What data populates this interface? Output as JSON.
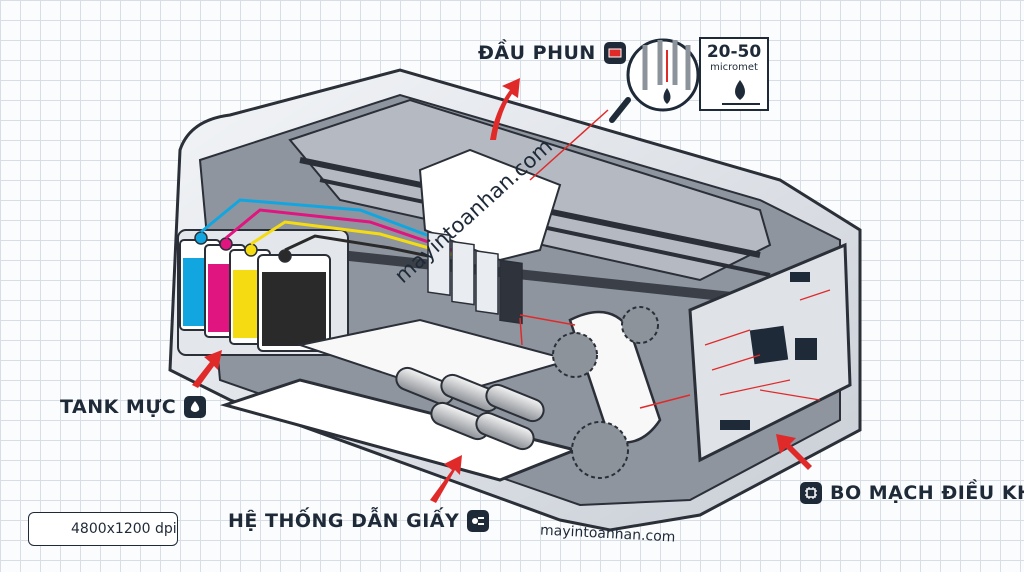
{
  "labels": {
    "nozzle": "ĐẦU PHUN",
    "tank": "TANK MỰC",
    "paper": "HỆ THỐNG DẪN GIẤY",
    "board": "BO MẠCH ĐIỀU KHIỂN"
  },
  "zoom": {
    "size": "20-50",
    "unit": "micromet"
  },
  "dpi": "4800x1200 dpi",
  "watermark": "mayintoanhan.com",
  "colors": {
    "cyan": "#12a6e0",
    "magenta": "#e0157f",
    "yellow": "#f5dc12",
    "black": "#2a2a2a",
    "arrow": "#e02a2a",
    "dark": "#1f2a38"
  },
  "icons": {
    "nozzle": "chip-icon",
    "tank": "ink-drop-icon",
    "paper": "paper-feed-icon",
    "board": "microchip-icon",
    "dpi": "dot-grid-icon",
    "zoom": "magnifier-icon"
  }
}
